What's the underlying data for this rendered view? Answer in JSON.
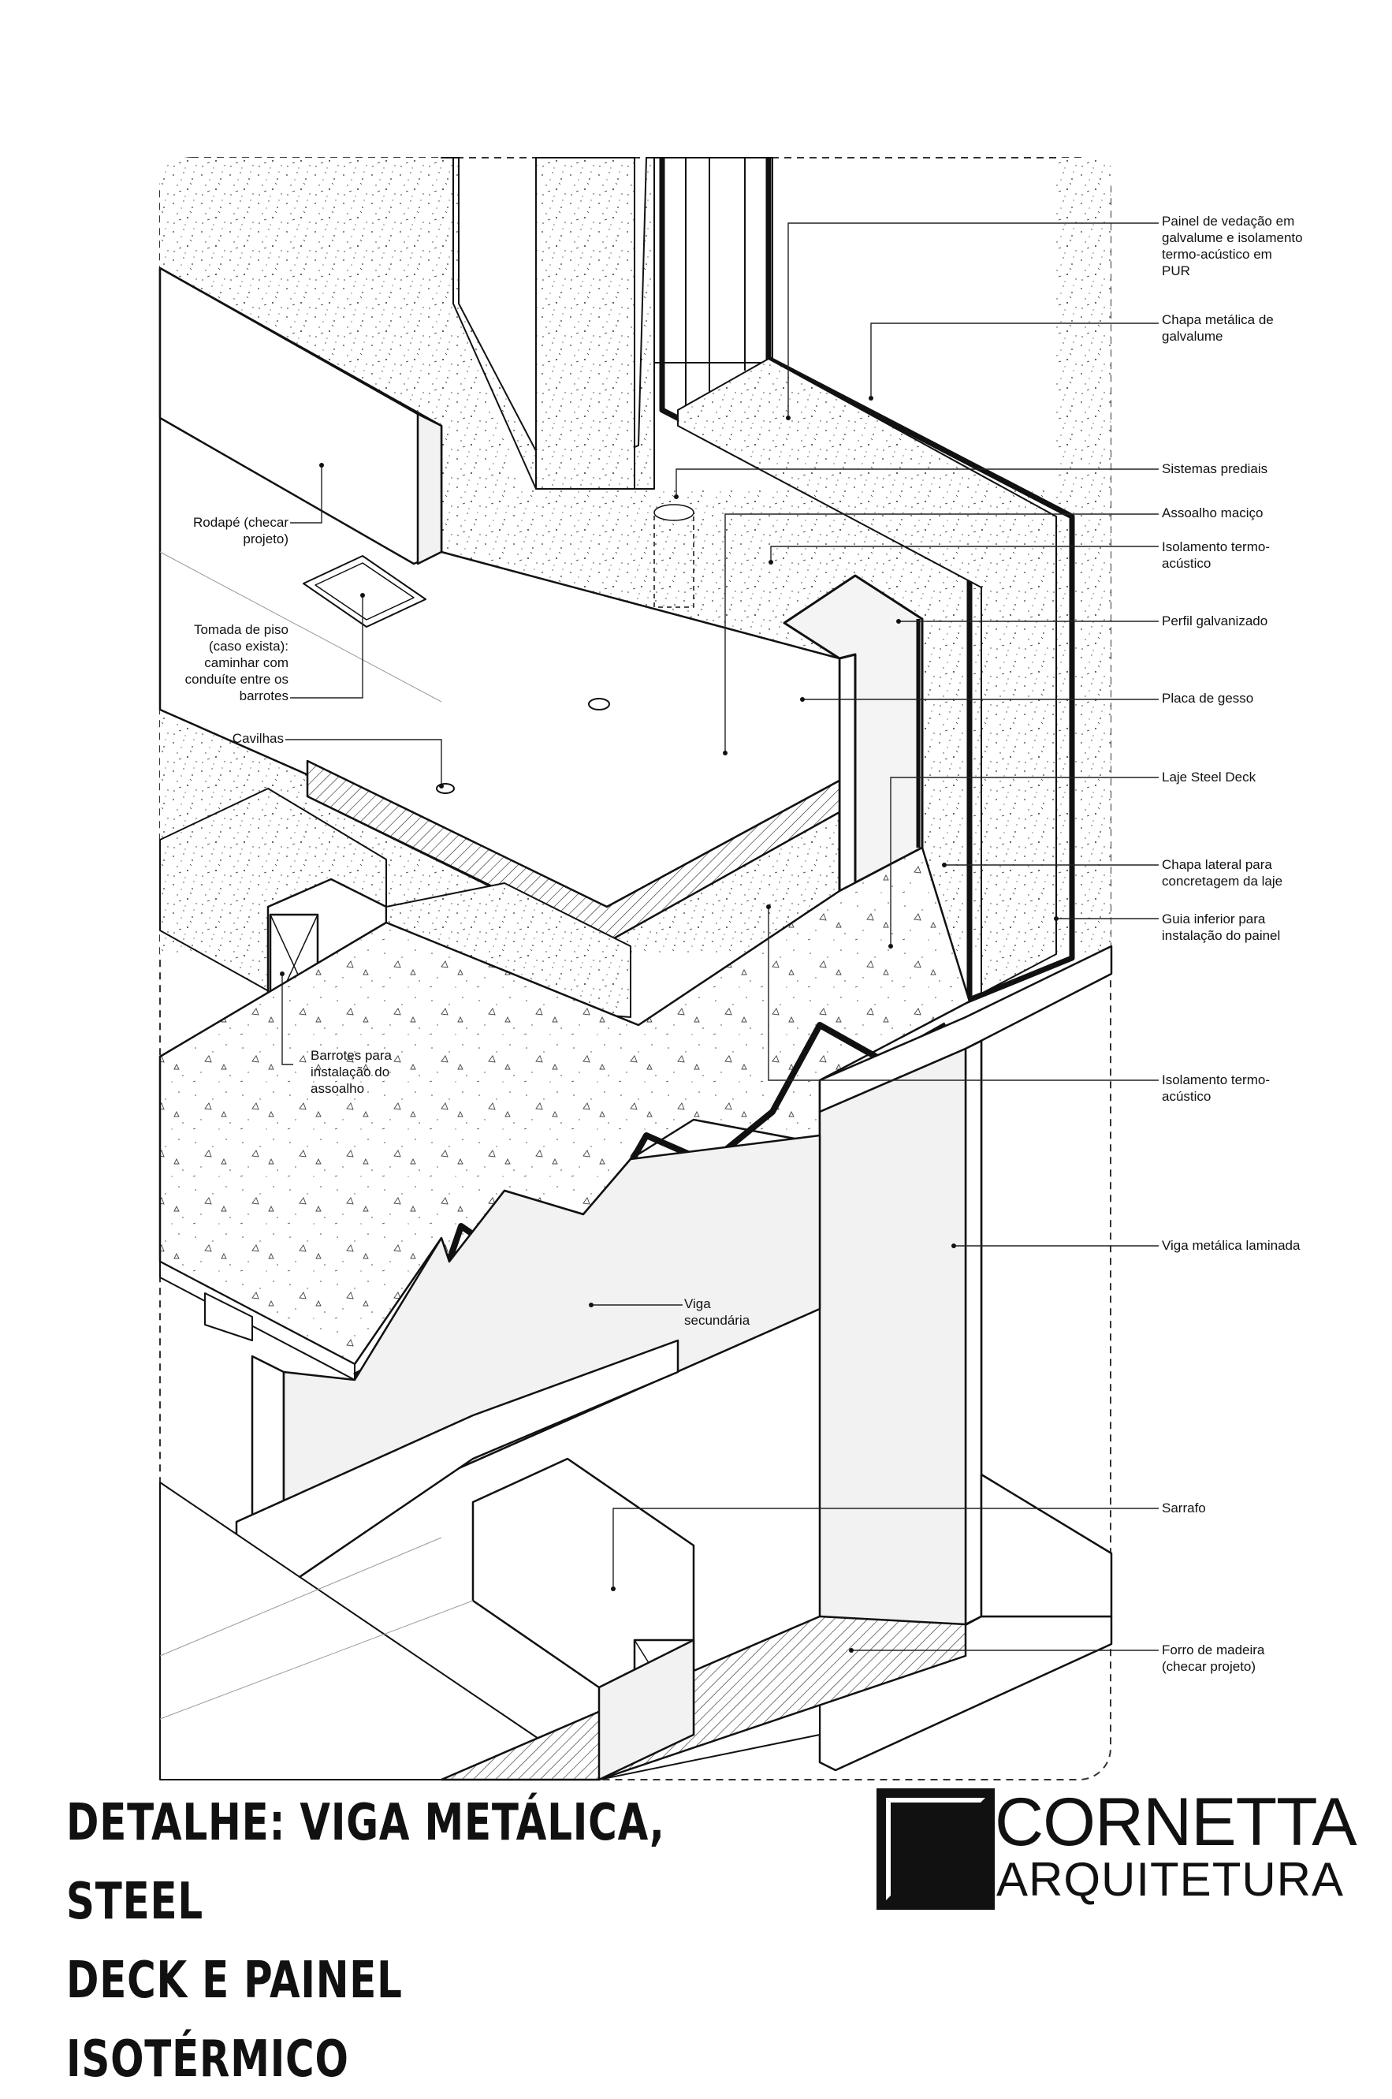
{
  "labels_right": [
    {
      "id": "painel-vedacao",
      "text": "Painel de vedação em\ngalvalume e isolamento\ntermo-acústico em\nPUR"
    },
    {
      "id": "chapa-metalica",
      "text": "Chapa metálica de\ngalvalume"
    },
    {
      "id": "sistemas-prediais",
      "text": "Sistemas prediais"
    },
    {
      "id": "assoalho-macico",
      "text": "Assoalho maciço"
    },
    {
      "id": "isolamento-termo-1",
      "text": "Isolamento termo-\nacústico"
    },
    {
      "id": "perfil-galvanizado",
      "text": "Perfil galvanizado"
    },
    {
      "id": "placa-gesso",
      "text": "Placa de gesso"
    },
    {
      "id": "laje-steel-deck",
      "text": "Laje Steel Deck"
    },
    {
      "id": "chapa-lateral",
      "text": "Chapa lateral para\nconcretagem da laje"
    },
    {
      "id": "guia-inferior",
      "text": "Guia inferior para\ninstalação do painel"
    },
    {
      "id": "isolamento-termo-2",
      "text": "Isolamento termo-\nacústico"
    },
    {
      "id": "viga-metalica-laminada",
      "text": "Viga metálica laminada"
    },
    {
      "id": "sarrafo",
      "text": "Sarrafo"
    },
    {
      "id": "forro-madeira",
      "text": "Forro de madeira\n(checar projeto)"
    }
  ],
  "labels_left": [
    {
      "id": "rodape",
      "text": "Rodapé (checar\nprojeto)"
    },
    {
      "id": "tomada-piso",
      "text": "Tomada de piso\n(caso exista):\ncaminhar com\nconduíte entre os\nbarrotes"
    },
    {
      "id": "cavilhas",
      "text": "Cavilhas"
    },
    {
      "id": "barrotes",
      "text": "Barrotes para\ninstalação do\nassoalho"
    },
    {
      "id": "viga-secundaria",
      "text": "Viga\nsecundária"
    }
  ],
  "title": "DETALHE: VIGA METÁLICA, STEEL\nDECK E PAINEL ISOTÉRMICO",
  "logo": {
    "name": "CORNETTA",
    "subtitle": "ARQUITETURA"
  },
  "colors": {
    "line": "#111111",
    "fill_light": "#f2f2f2",
    "fill_concrete": "#ebebeb",
    "paper": "#ffffff"
  }
}
